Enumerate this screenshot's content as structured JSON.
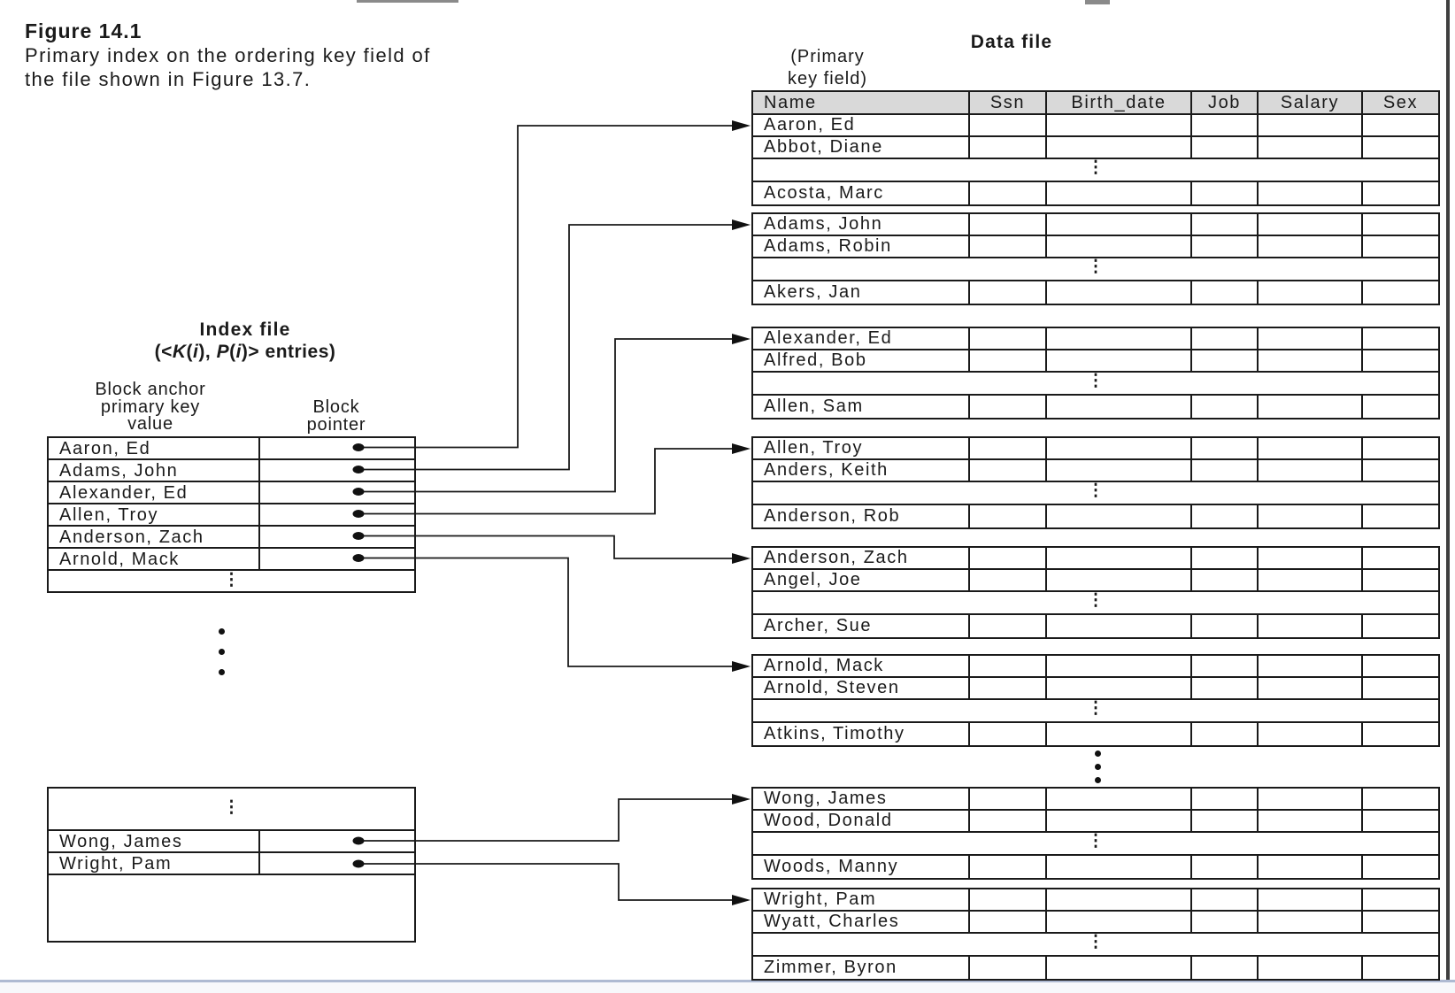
{
  "figure_caption": {
    "title": "Figure 14.1",
    "lines": [
      "Primary index on the ordering key field of",
      "the file shown in Figure 13.7."
    ]
  },
  "index_file": {
    "title": "Index file",
    "subtitle": {
      "p0": "(<",
      "p1": "K",
      "p2": "(",
      "p3": "i",
      "p4": "), ",
      "p5": "P",
      "p6": "(",
      "p7": "i",
      "p8": ")> entries)"
    },
    "key_column_label": [
      "Block anchor",
      "primary key",
      "value"
    ],
    "pointer_column_label": [
      "Block",
      "pointer"
    ],
    "top_entries": [
      "Aaron, Ed",
      "Adams, John",
      "Alexander, Ed",
      "Allen, Troy",
      "Anderson, Zach",
      "Arnold, Mack"
    ],
    "bottom_entries": [
      "Wong, James",
      "Wright, Pam"
    ],
    "ellipsis": "⋮"
  },
  "data_file": {
    "title": "Data file",
    "key_field_label": [
      "(Primary",
      "key field)"
    ],
    "columns": [
      "Name",
      "Ssn",
      "Birth_date",
      "Job",
      "Salary",
      "Sex"
    ],
    "blocks": [
      [
        "Aaron, Ed",
        "Abbot, Diane",
        "Acosta, Marc"
      ],
      [
        "Adams, John",
        "Adams, Robin",
        "Akers, Jan"
      ],
      [
        "Alexander, Ed",
        "Alfred, Bob",
        "Allen, Sam"
      ],
      [
        "Allen, Troy",
        "Anders, Keith",
        "Anderson, Rob"
      ],
      [
        "Anderson, Zach",
        "Angel, Joe",
        "Archer, Sue"
      ],
      [
        "Arnold, Mack",
        "Arnold, Steven",
        "Atkins, Timothy"
      ],
      [
        "Wong, James",
        "Wood, Donald",
        "Woods, Manny"
      ],
      [
        "Wright, Pam",
        "Wyatt, Charles",
        "Zimmer, Byron"
      ]
    ],
    "row_ellipsis": "⋮"
  },
  "colors": {
    "line": "#1a1a1a",
    "header_bg": "#d9d9d9",
    "bottom_bar": "#aebad2",
    "right_edge": "#3f3f3f"
  }
}
